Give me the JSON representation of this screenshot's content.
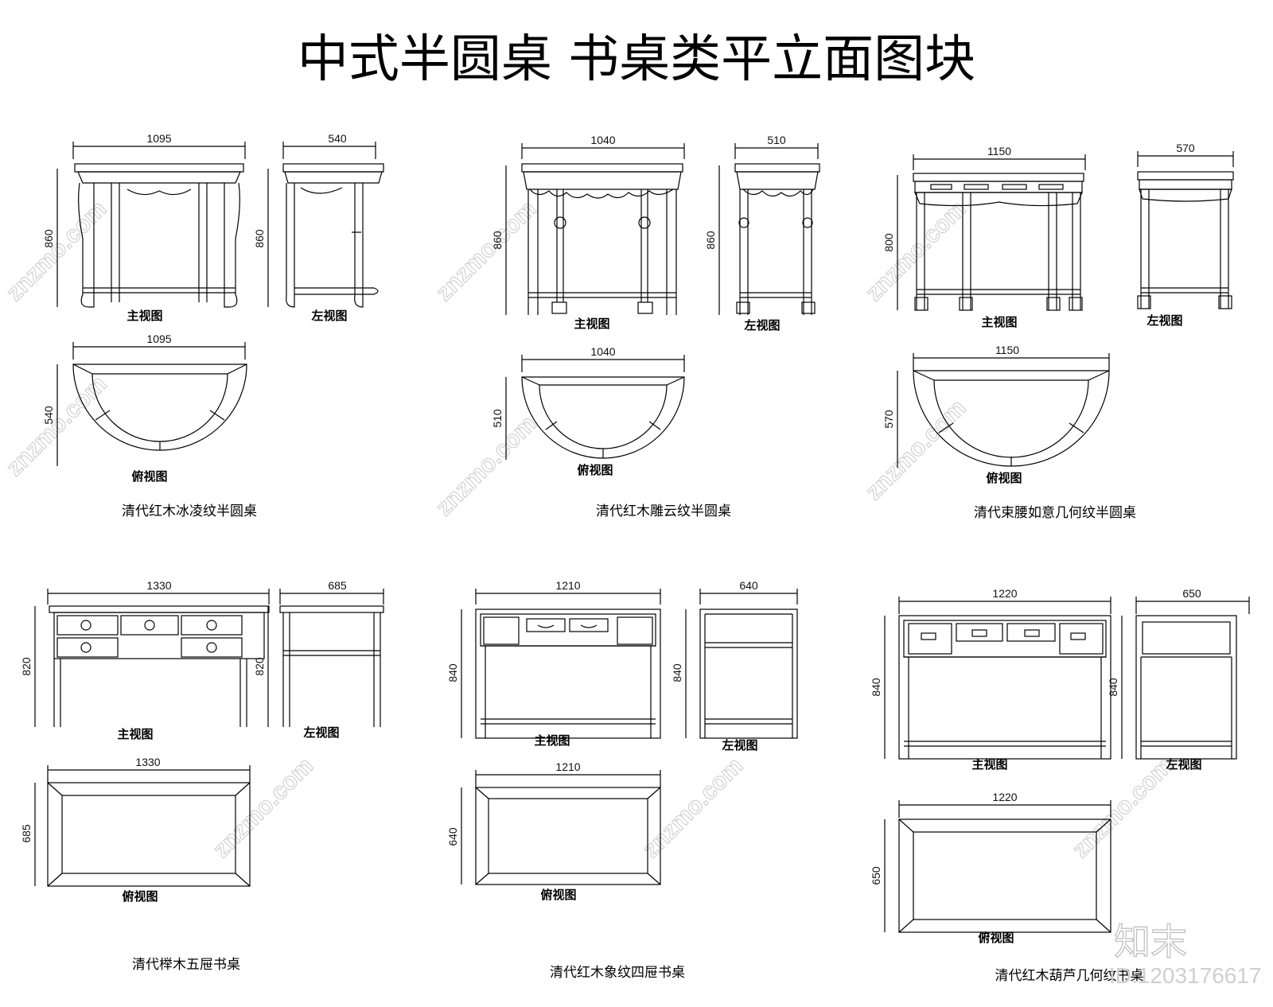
{
  "title": "中式半圆桌  书桌类平立面图块",
  "views": {
    "front": "主视图",
    "left": "左视图",
    "top": "俯视图"
  },
  "furniture": [
    {
      "name": "清代红木冰凌纹半圆桌",
      "width": "1095",
      "depth": "540",
      "height": "860"
    },
    {
      "name": "清代红木雕云纹半圆桌",
      "width": "1040",
      "depth": "510",
      "height": "860"
    },
    {
      "name": "清代束腰如意几何纹半圆桌",
      "width": "1150",
      "depth": "570",
      "height": "800"
    },
    {
      "name": "清代榉木五屉书桌",
      "width": "1330",
      "depth": "685",
      "height": "820"
    },
    {
      "name": "清代红木象纹四屉书桌",
      "width": "1210",
      "depth": "640",
      "height": "840"
    },
    {
      "name": "清代红木葫芦几何纹书桌",
      "width": "1220",
      "depth": "650",
      "height": "840"
    }
  ],
  "watermark": {
    "text": "znzmo.com",
    "brand": "知末",
    "id": "ID:1203176617"
  }
}
